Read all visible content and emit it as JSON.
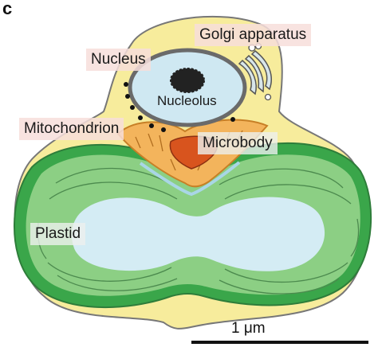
{
  "panel_label": "c",
  "labels": {
    "golgi": "Golgi apparatus",
    "nucleus": "Nucleus",
    "nucleolus": "Nucleolus",
    "mitochondrion": "Mitochondrion",
    "microbody": "Microbody",
    "plastid": "Plastid"
  },
  "scale_bar": {
    "text": "1 μm"
  },
  "colors": {
    "cytoplasm": "#f7ec9c",
    "plastid_outer": "#3aa64a",
    "plastid_inner": "#8ccf84",
    "plastid_lumen": "#d4ecf4",
    "nucleus": "#cfe8f2",
    "mitochondrion": "#f3b45c",
    "microbody": "#d8541e",
    "outline": "#555555"
  }
}
